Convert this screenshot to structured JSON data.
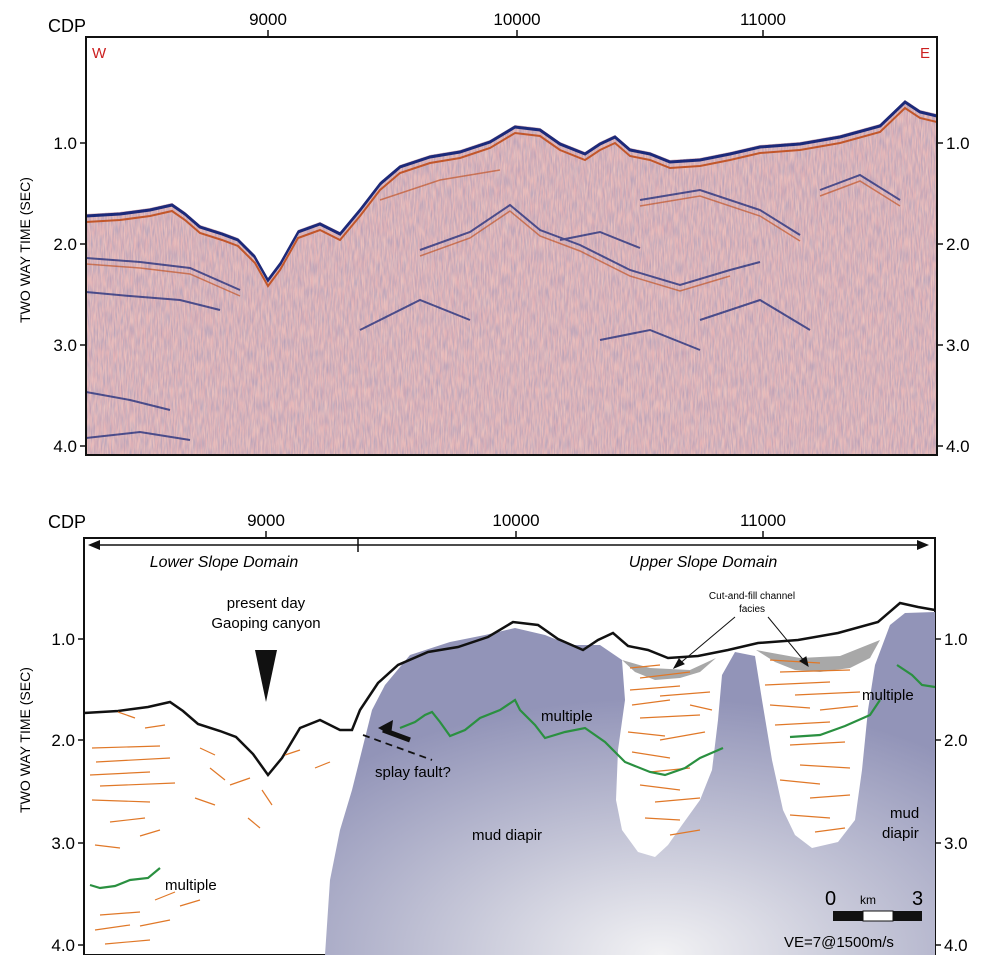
{
  "top_panel": {
    "cdp_label": "CDP",
    "cdp_ticks": [
      "9000",
      "10000",
      "11000"
    ],
    "time_ticks": [
      "1.0",
      "2.0",
      "3.0",
      "4.0"
    ],
    "y_axis_label": "TWO WAY TIME (SEC)",
    "west_label": "W",
    "east_label": "E"
  },
  "bottom_panel": {
    "cdp_label": "CDP",
    "cdp_ticks": [
      "9000",
      "10000",
      "11000"
    ],
    "time_ticks": [
      "1.0",
      "2.0",
      "3.0",
      "4.0"
    ],
    "y_axis_label": "TWO WAY TIME (SEC)",
    "lower_slope_label": "Lower Slope Domain",
    "upper_slope_label": "Upper Slope Domain",
    "canyon_label_line1": "present day",
    "canyon_label_line2": "Gaoping canyon",
    "channel_label_line1": "Cut-and-fill channel",
    "channel_label_line2": "facies",
    "splay_fault_label": "splay fault?",
    "multiple_labels": [
      "multiple",
      "multiple",
      "multiple"
    ],
    "mud_diapir_label_1": "mud diapir",
    "mud_diapir_label_2a": "mud",
    "mud_diapir_label_2b": "diapir",
    "scale_start": "0",
    "scale_unit": "km",
    "scale_end": "3",
    "ve_label": "VE=7@1500m/s"
  },
  "colors": {
    "diapir_fill": "#9294b8",
    "reflector_orange": "#e07828",
    "multiple_green": "#2a9040",
    "channel_fill": "#a8a8a8",
    "seismic_peak": "#1c2a7a",
    "seismic_trough": "#c2562a",
    "edge_label_red": "#cc2020"
  }
}
